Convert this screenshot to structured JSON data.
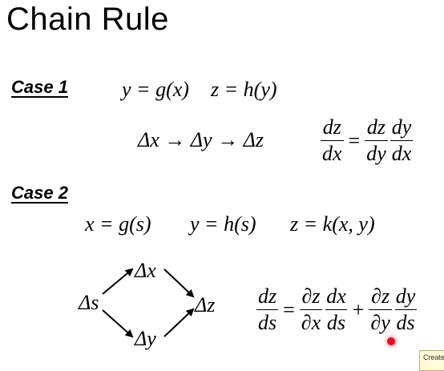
{
  "title": "Chain Rule",
  "case1": {
    "label": "Case 1",
    "eq_y": "y = g(x)",
    "eq_z": "z = h(y)",
    "chain": "Δx → Δy → Δz",
    "deriv": {
      "lhs_num": "dz",
      "lhs_den": "dx",
      "t1_num": "dz",
      "t1_den": "dy",
      "t2_num": "dy",
      "t2_den": "dx"
    }
  },
  "case2": {
    "label": "Case 2",
    "eq_x": "x = g(s)",
    "eq_y": "y = h(s)",
    "eq_z": "z = k(x, y)",
    "diagram": {
      "start": "Δs",
      "top": "Δx",
      "bottom": "Δy",
      "end": "Δz"
    },
    "deriv": {
      "lhs_num": "dz",
      "lhs_den": "ds",
      "a1_num": "∂z",
      "a1_den": "∂x",
      "a2_num": "dx",
      "a2_den": "ds",
      "b1_num": "∂z",
      "b1_den": "∂y",
      "b2_num": "dy",
      "b2_den": "ds"
    }
  },
  "tooltip": {
    "text": "Create http:/"
  }
}
